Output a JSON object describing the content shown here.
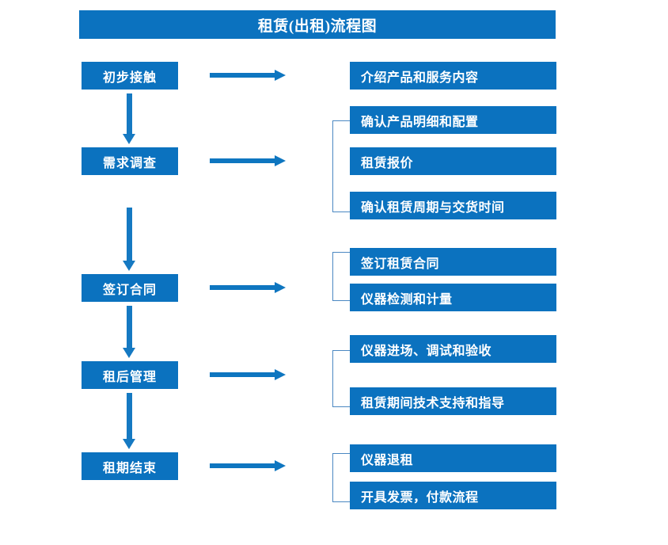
{
  "diagram": {
    "title": "租赁(出租)流程图",
    "theme_color": "#0B72BF",
    "arrow_color": "#1579C2",
    "bracket_color": "#4B88C2"
  },
  "stages": [
    {
      "label": "初步接触"
    },
    {
      "label": "需求调查"
    },
    {
      "label": "签订合同"
    },
    {
      "label": "租后管理"
    },
    {
      "label": "租期结束"
    }
  ],
  "details": [
    {
      "label": "介绍产品和服务内容"
    },
    {
      "label": "确认产品明细和配置"
    },
    {
      "label": "租赁报价"
    },
    {
      "label": "确认租赁周期与交货时间"
    },
    {
      "label": "签订租赁合同"
    },
    {
      "label": "仪器检测和计量"
    },
    {
      "label": "仪器进场、调试和验收"
    },
    {
      "label": "租赁期间技术支持和指导"
    },
    {
      "label": "仪器退租"
    },
    {
      "label": "开具发票，付款流程"
    }
  ]
}
